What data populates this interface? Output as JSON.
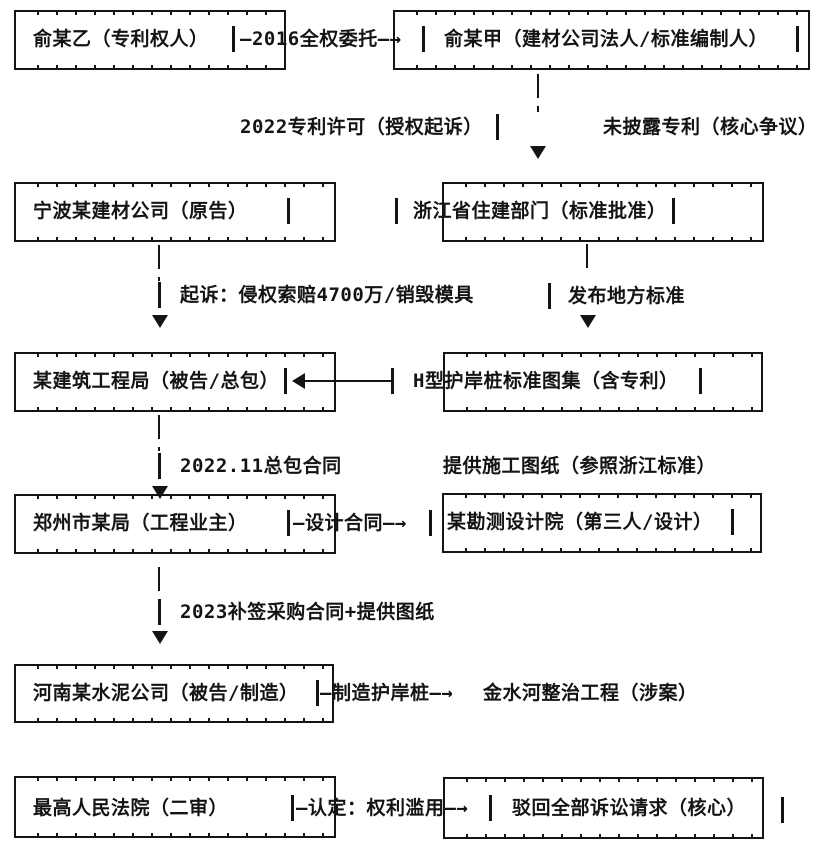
{
  "diagram": {
    "nodes": {
      "yu_yi": "俞某乙（专利权人）",
      "yu_jia": "俞某甲（建材公司法人/标准编制人）",
      "ningbo": "宁波某建材公司（原告）",
      "zhejiang": "浙江省住建部门（标准批准）",
      "gongchengju": "某建筑工程局（被告/总包）",
      "tuji": "H型护岸桩标准图集（含专利）",
      "zhengzhou": "郑州市某局（工程业主）",
      "sheji": "某勘测设计院（第三人/设计）",
      "henan": "河南某水泥公司（被告/制造）",
      "jinshui": "金水河整治工程（涉案）",
      "court": "最高人民法院（二审）",
      "result": "驳回全部诉讼请求（核心）"
    },
    "edges": {
      "entrust": "—2016全权委托—→",
      "license": "2022专利许可（授权起诉）",
      "undisclosed": "未披露专利（核心争议）",
      "sue": "起诉：侵权索赔4700万/销毁模具",
      "publish": "发布地方标准",
      "contract": "2022.11总包合同",
      "drawings": "提供施工图纸（参照浙江标准）",
      "design": "—设计合同—→",
      "procure": "2023补签采购合同+提供图纸",
      "manufacture": "—制造护岸桩—→",
      "ruling": "—认定：权利滥用—→"
    }
  }
}
